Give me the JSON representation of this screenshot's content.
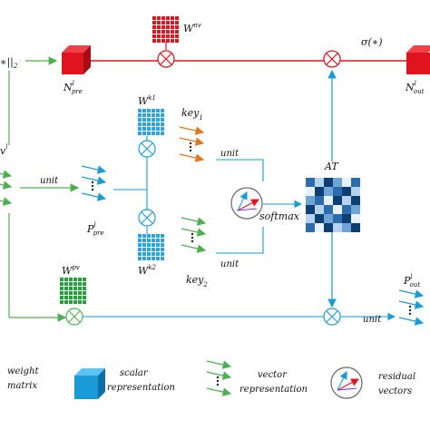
{
  "nodes": {
    "w_nv": {
      "base": "W",
      "sup": "nv"
    },
    "n_pre": {
      "base": "N",
      "sup": "l",
      "sub": "pre"
    },
    "n_out": {
      "base": "N",
      "sup": "l",
      "sub": "out"
    },
    "sigma": "σ(∗)",
    "norm_left": "∗||",
    "norm_sub": "2",
    "left_vec": {
      "base": "v",
      "sup": "l"
    },
    "w_k1": {
      "base": "W",
      "sup": "k1"
    },
    "w_k2": {
      "base": "W",
      "sup": "k2"
    },
    "key1": {
      "base": "key",
      "sub": "1"
    },
    "key2": {
      "base": "key",
      "sub": "2"
    },
    "unit_left": "unit",
    "unit_top": "unit",
    "unit_bottom": "unit",
    "unit_right": "unit",
    "p_pre": {
      "base": "P",
      "sup": "l",
      "sub": "pre"
    },
    "softmax": "softmax",
    "at": "AT",
    "w_pv": {
      "base": "W",
      "sup": "pv"
    },
    "p_out": {
      "base": "P",
      "sup": "l",
      "sub": "out"
    }
  },
  "legend": {
    "weight_line1": "weight",
    "weight_line2": "matrix",
    "scalar_line1": "scalar",
    "scalar_line2": "representation",
    "vector_line1": "vector",
    "vector_line2": "representation",
    "residual_line1": "residual",
    "residual_line2": "vectors"
  },
  "colors": {
    "red": "#e0141e",
    "green": "#4caf50",
    "blue": "#1a9bd6",
    "orange": "#e0781e",
    "grid_red": "#e0141e",
    "grid_blue": "#2aa3e0",
    "grid_green": "#22a03a"
  }
}
